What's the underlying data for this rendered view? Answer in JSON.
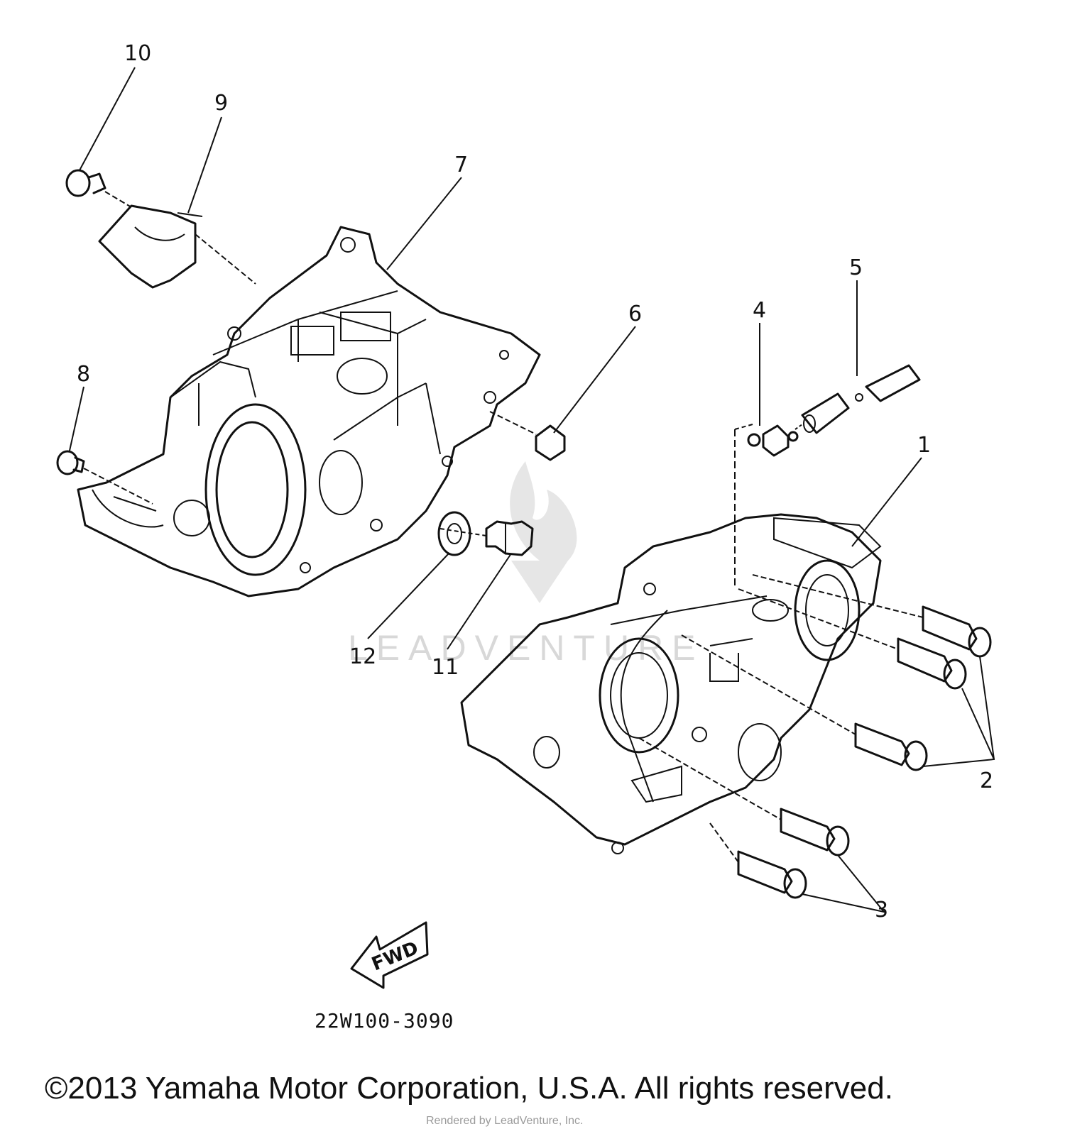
{
  "labels": {
    "p1": "1",
    "p2": "2",
    "p3": "3",
    "p4": "4",
    "p5": "5",
    "p6": "6",
    "p7": "7",
    "p8": "8",
    "p9": "9",
    "p10": "10",
    "p11": "11",
    "p12": "12"
  },
  "fwd_arrow_text": "FWD",
  "diagram_code": "22W100-3090",
  "watermark": "LEADVENTURE",
  "copyright": "©2013 Yamaha Motor Corporation, U.S.A. All rights reserved.",
  "rendered_by": "Rendered by LeadVenture, Inc."
}
